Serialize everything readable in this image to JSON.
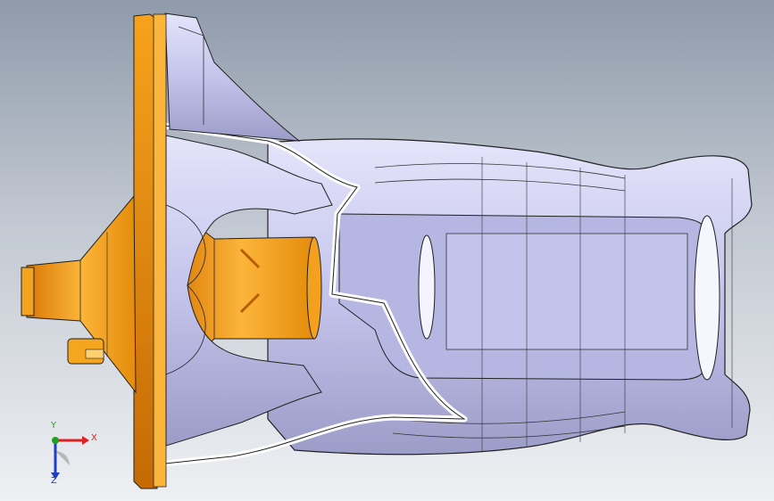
{
  "viewport": {
    "background_top": "#8f9bab",
    "background_bottom": "#eef0f3"
  },
  "model": {
    "flange_color": "#f39a0f",
    "flange_shadow": "#c96f05",
    "shell_color": "#c9c9ef",
    "shell_shadow": "#8a8ab8",
    "edge_color": "#111111",
    "section_cut_color": "#ffffff"
  },
  "triad": {
    "x_label": "X",
    "y_label": "Y",
    "z_label": "Z",
    "x_color": "#e02020",
    "y_color": "#20a020",
    "z_color": "#2040c0"
  }
}
